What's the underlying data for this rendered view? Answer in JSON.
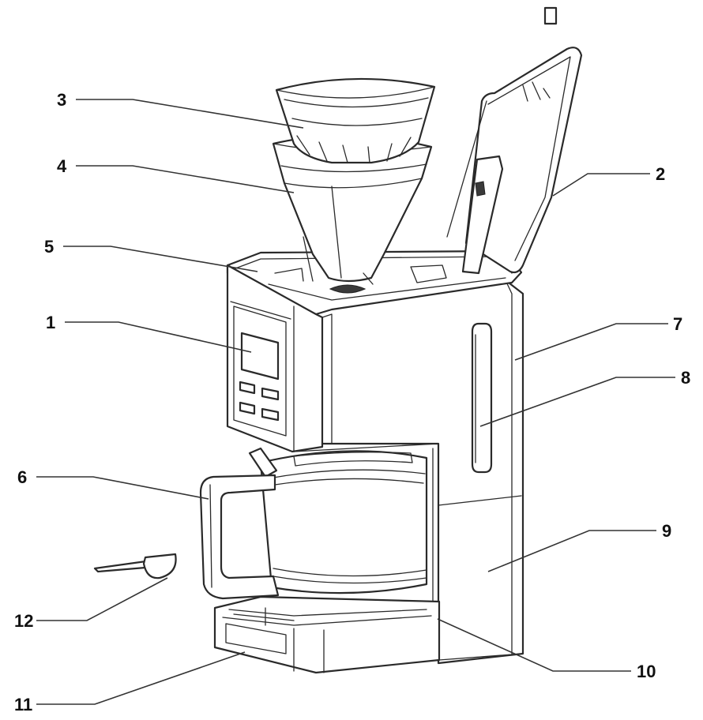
{
  "callouts": [
    {
      "id": "1",
      "label": "1"
    },
    {
      "id": "2",
      "label": "2"
    },
    {
      "id": "3",
      "label": "3"
    },
    {
      "id": "4",
      "label": "4"
    },
    {
      "id": "5",
      "label": "5"
    },
    {
      "id": "6",
      "label": "6"
    },
    {
      "id": "7",
      "label": "7"
    },
    {
      "id": "8",
      "label": "8"
    },
    {
      "id": "9",
      "label": "9"
    },
    {
      "id": "10",
      "label": "10"
    },
    {
      "id": "11",
      "label": "11"
    },
    {
      "id": "12",
      "label": "12"
    }
  ],
  "colors": {
    "line": "#2a2a2a",
    "background": "#ffffff"
  }
}
